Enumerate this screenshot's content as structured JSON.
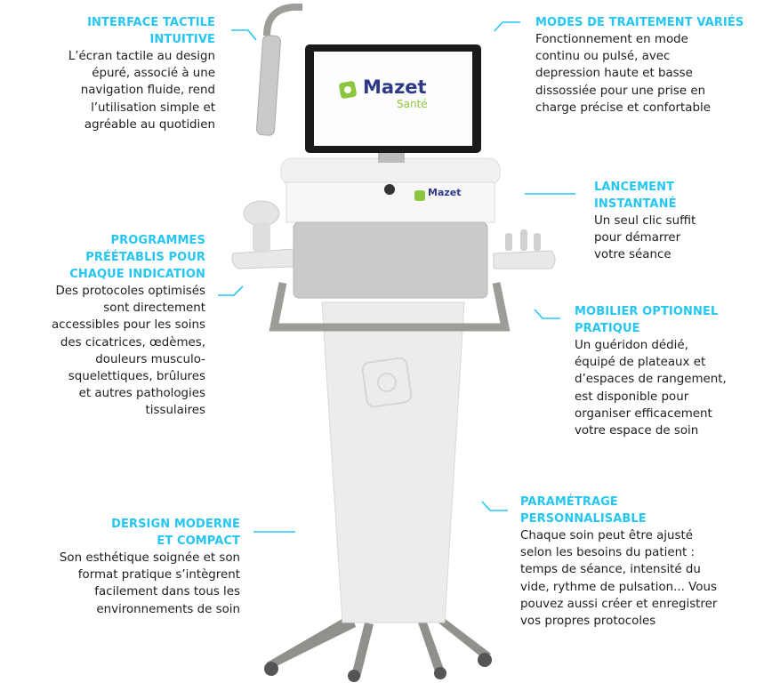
{
  "accent_color": "#25c6f2",
  "device": {
    "brand": "Mazet",
    "brand_sub": "Santé"
  },
  "features": [
    {
      "title": "INTERFACE TACTILE\nINTUITIVE",
      "text": "L’écran tactile au design\népuré, associé à une\nnavigation fluide, rend\nl’utilisation simple et\nagréable au quotidien"
    },
    {
      "title": "PROGRAMMES\nPRÉÉTABLIS POUR\nCHAQUE INDICATION",
      "text": "Des protocoles optimisés\nsont directement\naccessibles pour les soins\ndes cicatrices, œdèmes,\ndouleurs musculo-\nsquelettiques, brûlures\net autres pathologies\ntissulaires"
    },
    {
      "title": "DERSIGN MODERNE\nET COMPACT",
      "text": "Son esthétique soignée et son\nformat pratique s’intègrent\nfacilement dans tous les\nenvironnements de soin"
    },
    {
      "title": "MODES DE TRAITEMENT VARIÉS",
      "text": "Fonctionnement en mode\ncontinu ou pulsé, avec\ndepression haute et basse\ndissossiée pour une prise en\ncharge précise et confortable"
    },
    {
      "title": "LANCEMENT\nINSTANTANÉ",
      "text": "Un seul clic suffit\npour démarrer\nvotre séance"
    },
    {
      "title": "MOBILIER OPTIONNEL\nPRATIQUE",
      "text": "Un guéridon dédié,\néquipé de plateaux et\nd’espaces de rangement,\nest disponible pour\norganiser efficacement\nvotre espace de soin"
    },
    {
      "title": "PARAMÉTRAGE\nPERSONNALISABLE",
      "text": "Chaque soin peut être ajusté\nselon les besoins du patient :\ntemps de séance, intensité du\nvide, rythme de pulsation... Vous\npouvez aussi créer et enregistrer\nvos propres protocoles"
    }
  ]
}
